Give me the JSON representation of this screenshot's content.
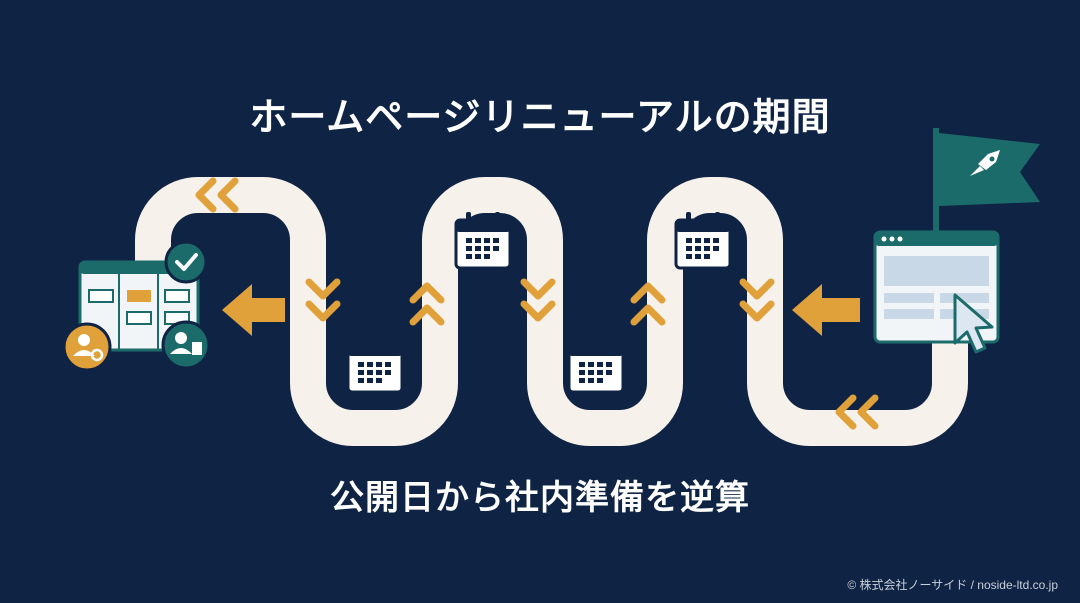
{
  "title": "ホームページリニューアルの期間",
  "subtitle": "公開日から社内準備を逆算",
  "copyright": "© 株式会社ノーサイド / noside-ltd.co.jp",
  "colors": {
    "background": "#0f2444",
    "path": "#f6f1ea",
    "accent": "#e0a13a",
    "teal": "#1c6b6b",
    "text": "#ffffff"
  },
  "icons": {
    "start": "task-board-icon",
    "end": "browser-window-icon",
    "flag": "rocket-flag-icon",
    "milestone": "calendar-icon"
  }
}
